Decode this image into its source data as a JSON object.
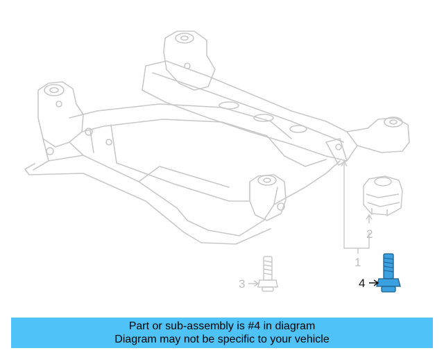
{
  "colors": {
    "banner_bg": "#4fc3f7",
    "highlight_part": "#3aa0e0",
    "ghost_line": "#c8c8c8",
    "label_dim": "#bdbdbd",
    "label_active": "#111111"
  },
  "callouts": {
    "c1": "1",
    "c2": "2",
    "c3": "3",
    "c4": "4"
  },
  "icons": {
    "subframe": "subframe-crossmember-icon",
    "mount": "bushing-mount-icon",
    "bolt3": "bolt-icon",
    "bolt4": "bolt-icon-highlighted"
  },
  "banner": {
    "line1": "Part or sub-assembly is #4 in diagram",
    "line2": "Diagram may not be specific to your vehicle"
  }
}
